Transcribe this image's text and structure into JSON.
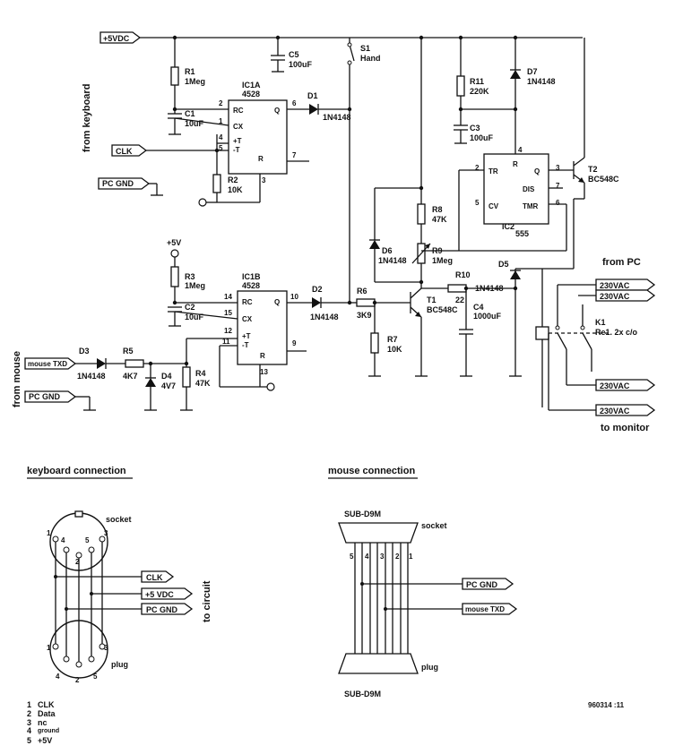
{
  "labels": {
    "supply": "+5VDC",
    "switch": "S1",
    "switch_name": "Hand",
    "from_keyboard": "from keyboard",
    "from_mouse": "from mouse",
    "clk": "CLK",
    "pc_gnd_1": "PC GND",
    "pc_gnd_2": "PC GND",
    "mouse_txd": "mouse TXD",
    "plus5v": "+5V",
    "from_pc": "from PC",
    "to_monitor": "to monitor",
    "mains_1": "230VAC",
    "mains_2": "230VAC",
    "mains_3": "230VAC",
    "mains_4": "230VAC",
    "relay": "K1",
    "relay_desc": "Re1. 2x c/o"
  },
  "components": {
    "r1": "R1",
    "r1_val": "1Meg",
    "r2": "R2",
    "r2_val": "10K",
    "r3": "R3",
    "r3_val": "1Meg",
    "r4": "R4",
    "r4_val": "47K",
    "r5": "R5",
    "r5_val": "4K7",
    "r6": "R6",
    "r6_val": "3K9",
    "r7": "R7",
    "r7_val": "10K",
    "r8": "R8",
    "r8_val": "47K",
    "r9": "R9",
    "r9_val": "1Meg",
    "r10": "R10",
    "r10_val": "22",
    "r11": "R11",
    "r11_val": "220K",
    "c1": "C1",
    "c1_val": "10uF",
    "c2": "C2",
    "c2_val": "10uF",
    "c3": "C3",
    "c3_val": "100uF",
    "c4": "C4",
    "c4_val": "1000uF",
    "c5": "C5",
    "c5_val": "100uF",
    "d1": "D1",
    "d1_val": "1N4148",
    "d2": "D2",
    "d2_val": "1N4148",
    "d3": "D3",
    "d3_val": "1N4148",
    "d4": "D4",
    "d4_val": "4V7",
    "d5": "D5",
    "d5_val": "1N4148",
    "d6": "D6",
    "d6_val": "1N4148",
    "d7": "D7",
    "d7_val": "1N4148",
    "t1": "T1",
    "t1_val": "BC548C",
    "t2": "T2",
    "t2_val": "BC548C",
    "ic1a": "IC1A",
    "ic1a_val": "4528",
    "ic1b": "IC1B",
    "ic1b_val": "4528",
    "ic2": "IC2",
    "ic2_val": "555"
  },
  "pins": {
    "rc": "RC",
    "cx": "CX",
    "tp": "+T",
    "tm": "-T",
    "r": "R",
    "q": "Q",
    "tr": "TR",
    "cv": "CV",
    "dis": "DIS",
    "tmr": "TMR"
  },
  "keyboard_connection": {
    "title": "keyboard connection",
    "socket": "socket",
    "plug": "plug",
    "to_circuit": "to circuit",
    "clk": "CLK",
    "plus5vdc": "+5 VDC",
    "pc_gnd": "PC GND",
    "legend": [
      {
        "num": "1",
        "text": "CLK"
      },
      {
        "num": "2",
        "text": "Data"
      },
      {
        "num": "3",
        "text": "nc"
      },
      {
        "num": "4",
        "text": "ground"
      },
      {
        "num": "5",
        "text": "+5V"
      }
    ]
  },
  "mouse_connection": {
    "title": "mouse connection",
    "connector_top": "SUB-D9M",
    "connector_bottom": "SUB-D9M",
    "socket": "socket",
    "plug": "plug",
    "pc_gnd": "PC GND",
    "mouse_txd": "mouse TXD",
    "wire_numbers": [
      "5",
      "4",
      "3",
      "2",
      "1"
    ]
  },
  "figure_id": "960314 :11"
}
